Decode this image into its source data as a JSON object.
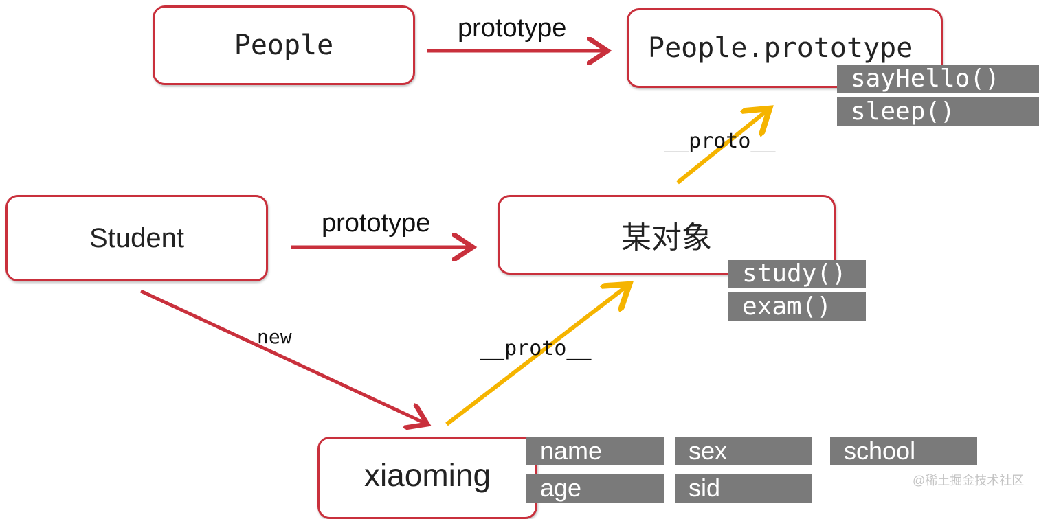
{
  "nodes": {
    "people": "People",
    "people_prototype": "People.prototype",
    "student": "Student",
    "mou_duixiang": "某对象",
    "xiaoming": "xiaoming"
  },
  "edges": {
    "people_to_prototype": "prototype",
    "student_to_object": "prototype",
    "object_to_people_prototype": "__proto__",
    "xiaoming_to_object": "__proto__",
    "student_to_xiaoming": "new"
  },
  "methods": {
    "people_prototype": [
      "sayHello()",
      "sleep()"
    ],
    "mou_duixiang": [
      "study()",
      "exam()"
    ]
  },
  "properties": {
    "xiaoming": [
      "name",
      "sex",
      "school",
      "age",
      "sid"
    ]
  },
  "watermark": "@稀土掘金技术社区",
  "colors": {
    "node_border": "#c9303c",
    "prototype_arrow": "#c9303c",
    "proto_arrow": "#f5b400",
    "tag_fill": "#7a7a7a"
  }
}
